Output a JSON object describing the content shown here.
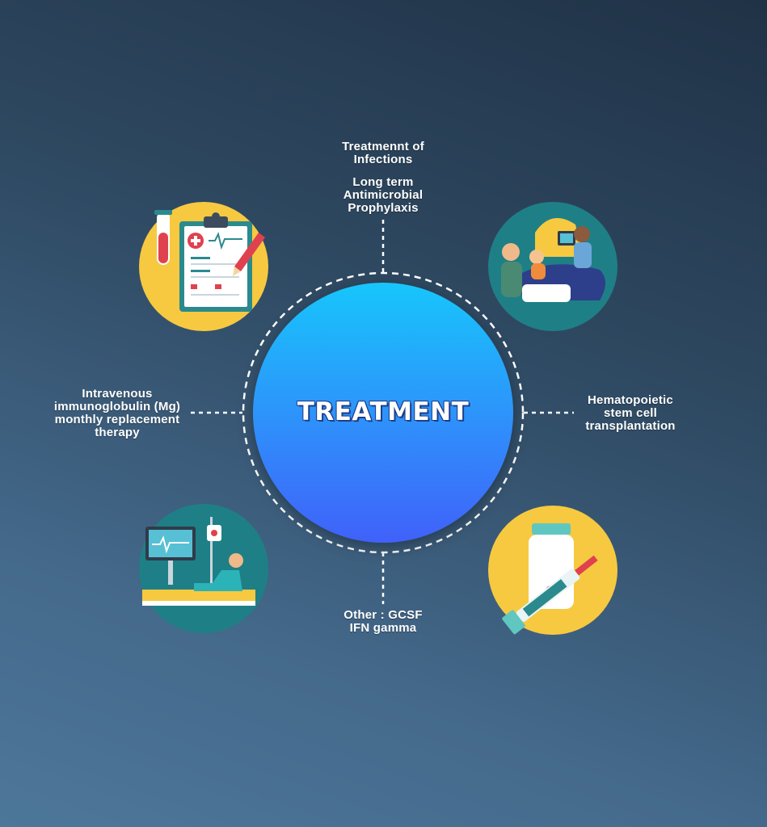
{
  "center": {
    "title": "TREATMENT"
  },
  "labels": {
    "top_line1": "Treatmennt of",
    "top_line2": "Infections",
    "top_line3": "Long term",
    "top_line4": "Antimicrobial",
    "top_line5": "Prophylaxis",
    "left_line1": "Intravenous",
    "left_line2": "immunoglobulin (Mg)",
    "left_line3": "monthly replacement",
    "left_line4": "therapy",
    "right_line1": "Hematopoietic",
    "right_line2": "stem cell",
    "right_line3": "transplantation",
    "bottom_line1": "Other : GCSF",
    "bottom_line2": "IFN gamma"
  },
  "colors": {
    "hub_top": "#17c6fb",
    "hub_bottom": "#4061fa",
    "yellow_circle": "#f6c940",
    "teal_circle": "#1f7f86"
  },
  "icons": [
    "clipboard-icon",
    "hospital-family-icon",
    "patient-bed-icon",
    "vaccine-syringe-icon"
  ]
}
